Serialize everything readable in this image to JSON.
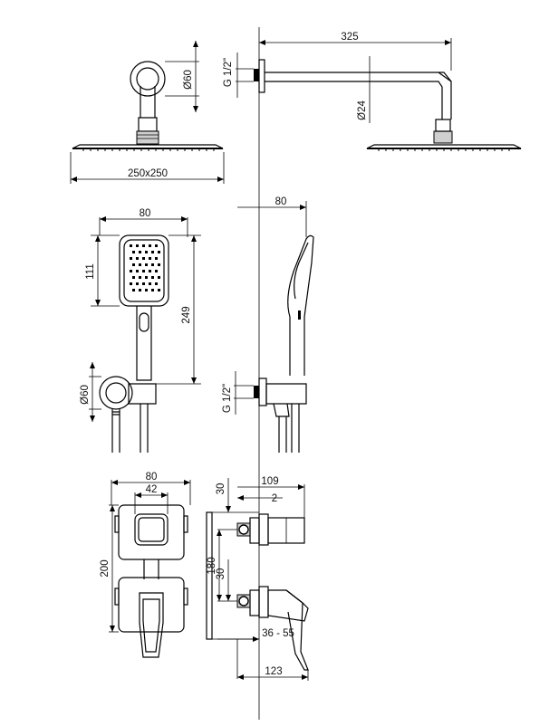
{
  "diagram": {
    "head_shower": {
      "diameter_label": "Ø60",
      "plate_label": "250x250",
      "arm_length_label": "325",
      "thread_label": "G 1/2\"",
      "arm_diameter_label": "Ø24"
    },
    "hand_shower": {
      "width_label": "80",
      "head_height_label": "111",
      "total_height_label": "249",
      "holder_diameter_label": "Ø60",
      "side_depth_label": "80",
      "thread_label": "G 1/2\""
    },
    "mixer": {
      "width_label": "80",
      "inner_width_label": "42",
      "height_label": "200",
      "depth_label": "109",
      "offset_label": "2",
      "top_label": "30",
      "spacing_label": "180",
      "lower_label": "30",
      "range_label": "36 - 55",
      "lever_depth_label": "123"
    }
  }
}
